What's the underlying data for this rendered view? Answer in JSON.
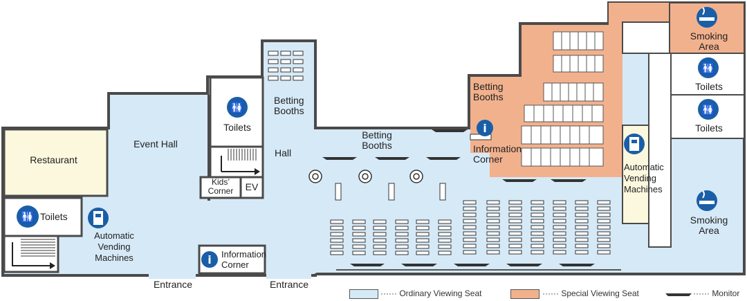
{
  "areas": {
    "restaurant": "Restaurant",
    "event_hall": "Event Hall",
    "toilets": "Toilets",
    "kids_corner": "Kids’\nCorner",
    "ev": "EV",
    "hall": "Hall",
    "betting_booths": "Betting\nBooths",
    "information_corner": "Information\nCorner",
    "automatic_vending_machines": "Automatic\nVending\nMachines",
    "smoking_area": "Smoking\nArea"
  },
  "entrances": [
    "Entrance",
    "Entrance"
  ],
  "legend": {
    "ordinary": "Ordinary Viewing Seat",
    "special": "Special Viewing Seat",
    "monitor": "Monitor"
  },
  "colors": {
    "ordinary": "#d6e9f7",
    "special": "#f2b18d",
    "restaurant": "#fbf8dd",
    "vending": "#fbf8dd",
    "walls": "#4a4a4a",
    "icon": "#1a5ea8"
  },
  "icons": [
    "toilet-icon",
    "information-icon",
    "vending-machine-icon",
    "smoking-icon",
    "elevator",
    "stairs"
  ]
}
